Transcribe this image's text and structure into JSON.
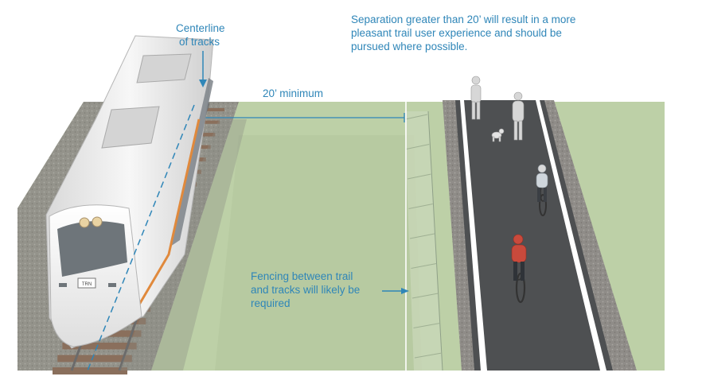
{
  "annotations": {
    "centerline": [
      "Centerline",
      "of tracks"
    ],
    "separation": [
      "Separation greater than 20’ will result in a more",
      "pleasant trail user experience and should be",
      "pursued where possible."
    ],
    "minimum": "20’ minimum",
    "fencing": [
      "Fencing between trail",
      "and tracks will likely be",
      "required"
    ]
  },
  "train": {
    "plate": "TRN"
  },
  "colors": {
    "annotation": "#2f86b8",
    "grass": "#bdd0a7",
    "trail": "#4e5052",
    "gravel": "#8f8c88",
    "train_body": "#f2f2f2",
    "train_stripe": "#e0893c"
  }
}
